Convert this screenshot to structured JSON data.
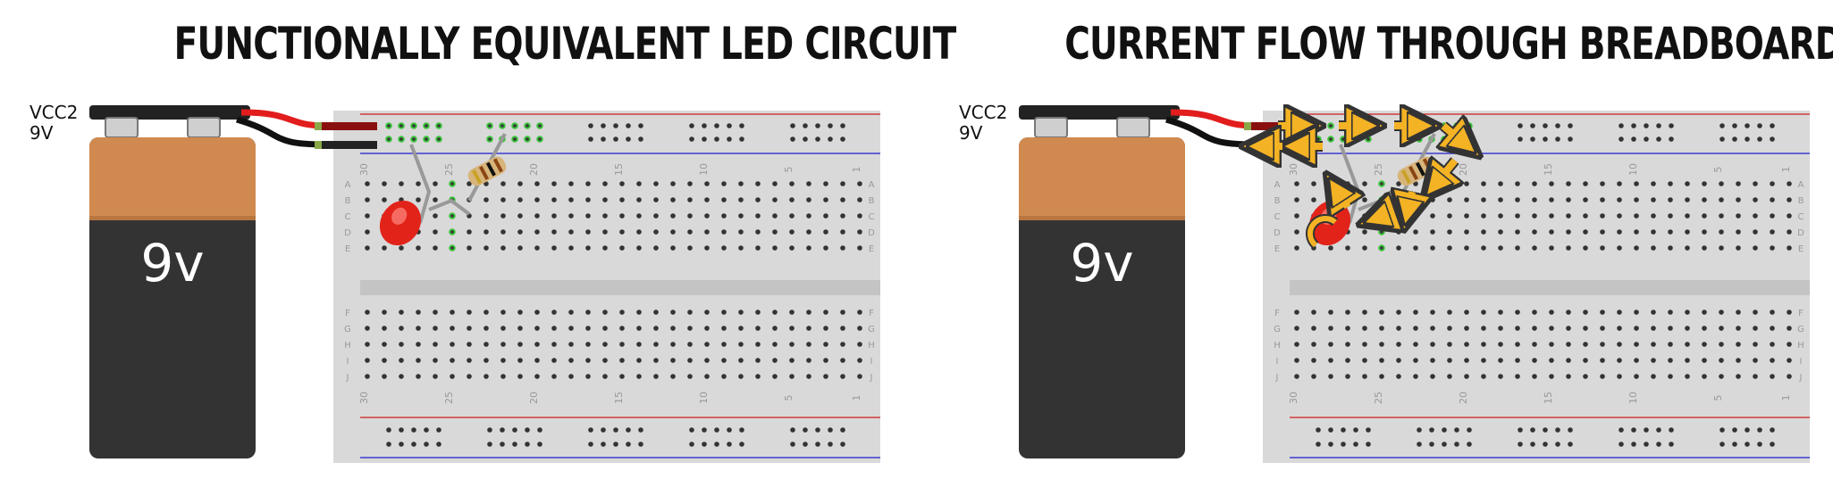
{
  "titles": {
    "left": "FUNCTIONALLY EQUIVALENT LED CIRCUIT",
    "right": "CURRENT FLOW THROUGH BREADBOARD"
  },
  "battery": {
    "terminal_label": "VCC2",
    "voltage_label": "9V",
    "face_label": "9v"
  },
  "breadboard": {
    "column_numbers": [
      "30",
      "25",
      "20",
      "15",
      "10",
      "5",
      "1"
    ],
    "row_letters_top": [
      "A",
      "B",
      "C",
      "D",
      "E"
    ],
    "row_letters_bottom": [
      "F",
      "G",
      "H",
      "I",
      "J"
    ]
  },
  "colors": {
    "battery_copper": "#d08a50",
    "battery_body": "#333333",
    "wire_red": "#e21d1d",
    "wire_black": "#111111",
    "arrow_fill": "#f4b324",
    "led_red": "#e2231a",
    "rail_red": "#d33a3a",
    "rail_blue": "#3a3ad3",
    "connected_green": "#3ec43e"
  }
}
